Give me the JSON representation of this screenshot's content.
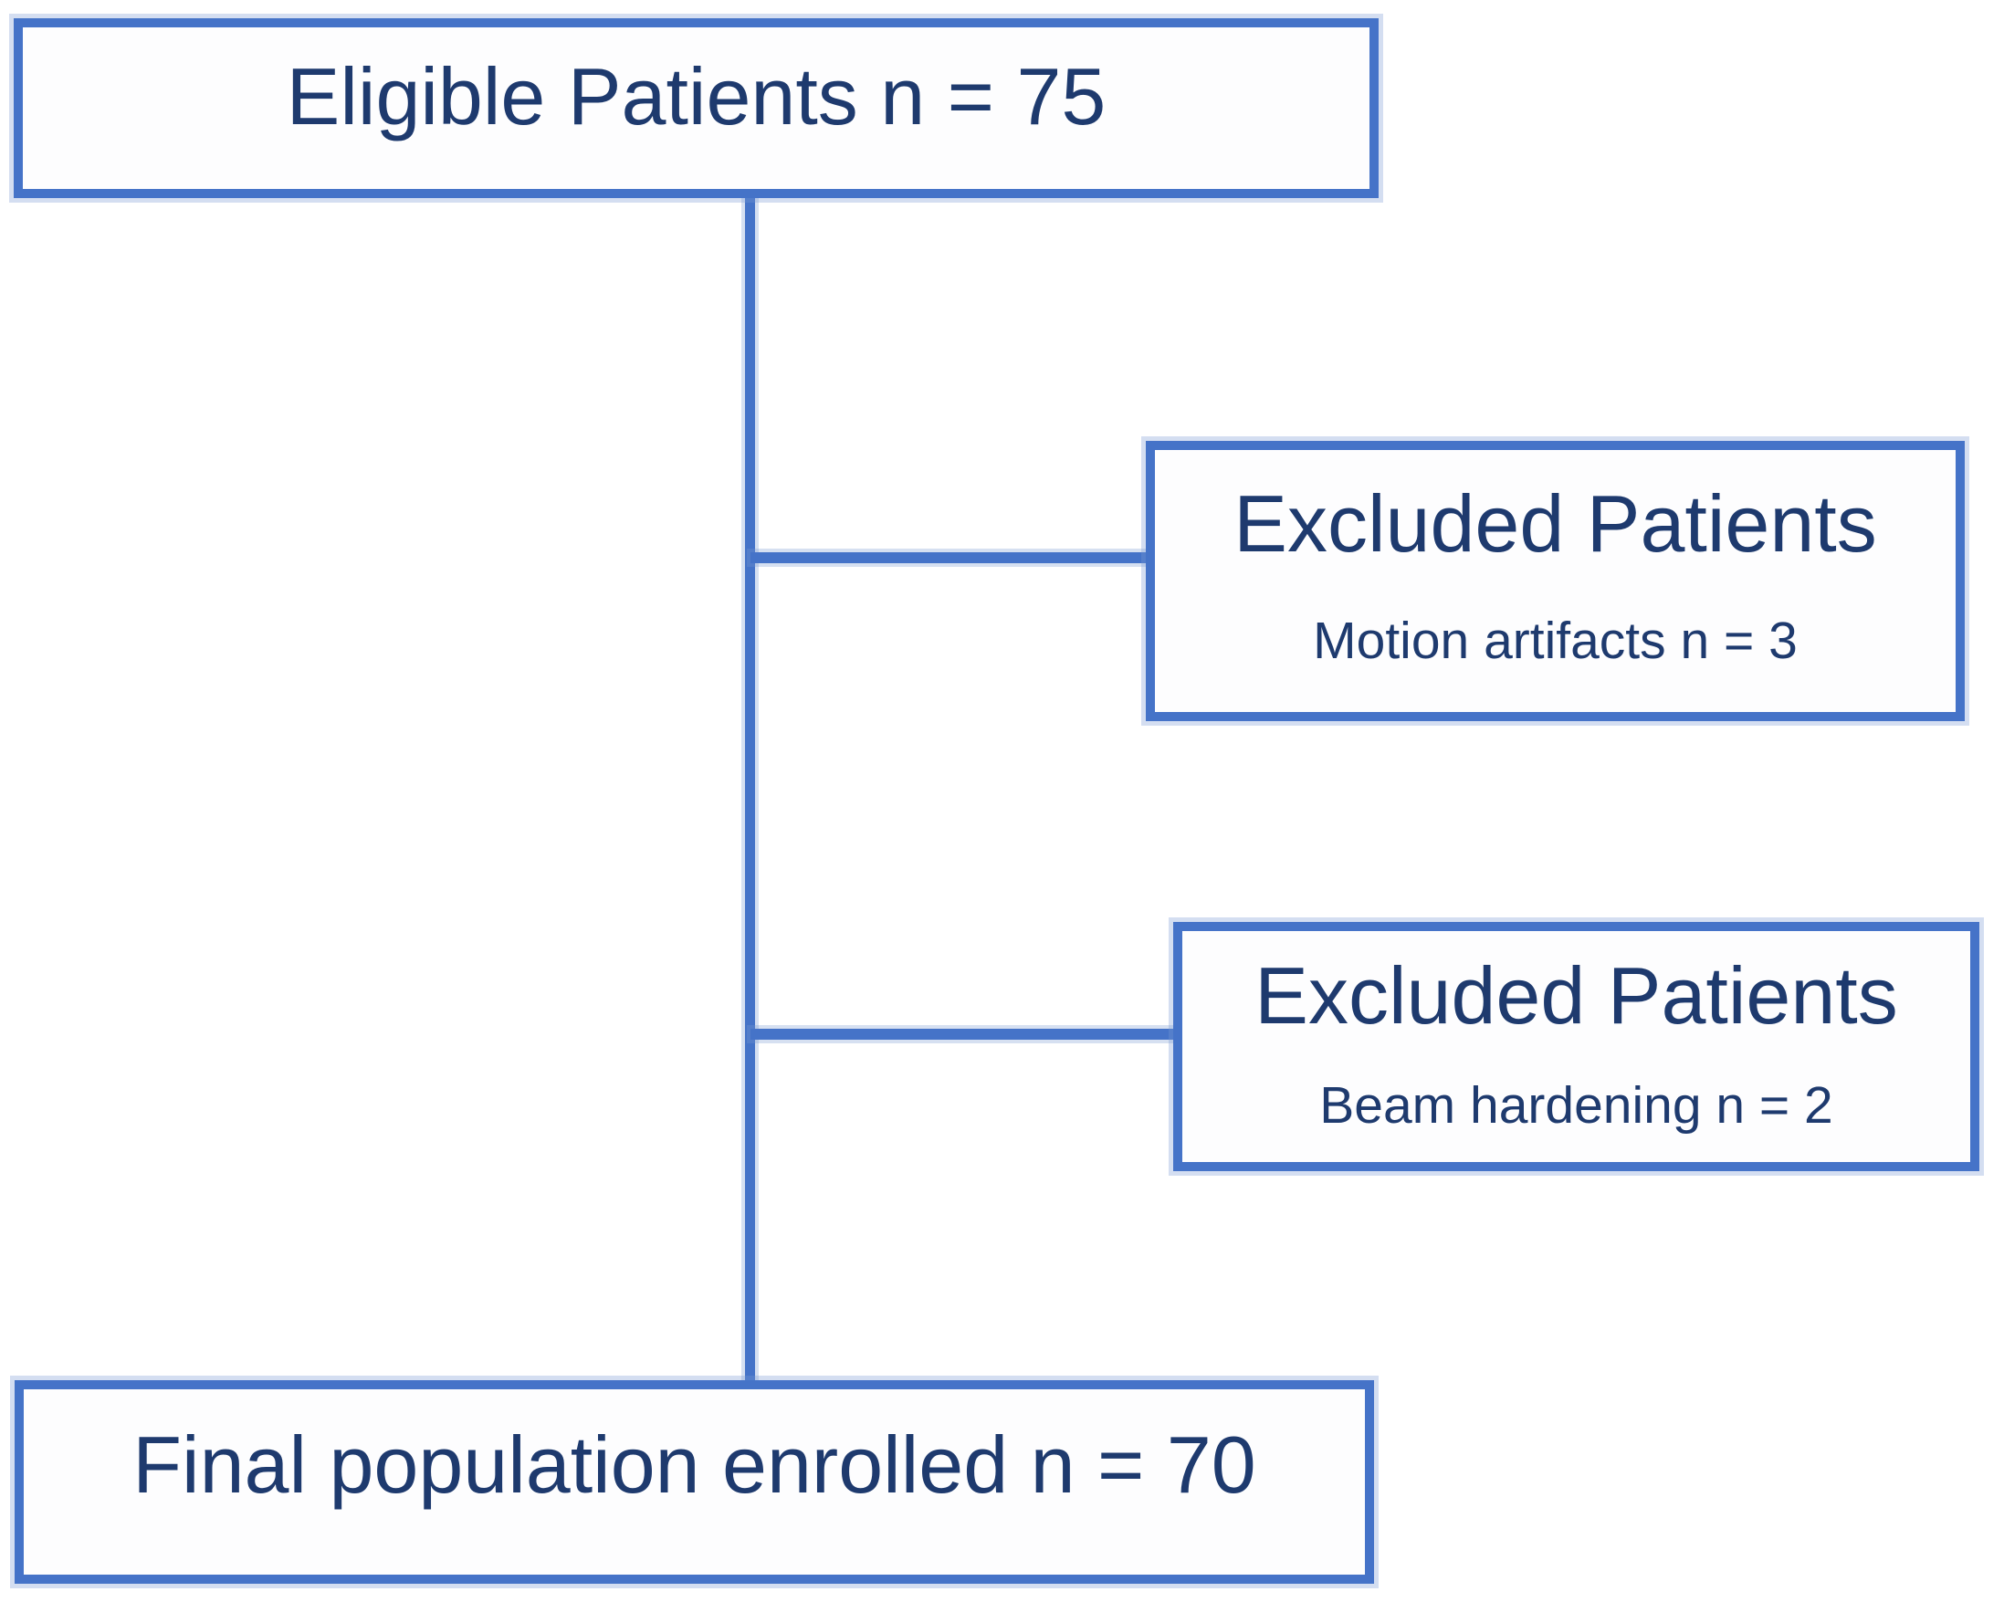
{
  "figure": {
    "type": "patient-enrollment-flow-diagram",
    "colors": {
      "box_border": "#4573c8",
      "connector": "#4573c8",
      "text": "#1e3a6e",
      "background": "#ffffff"
    },
    "nodes": {
      "eligible": {
        "label": "Eligible Patients n = 75"
      },
      "excluded_motion": {
        "title": "Excluded Patients",
        "detail": "Motion artifacts n = 3"
      },
      "excluded_beam": {
        "title": "Excluded Patients",
        "detail": "Beam hardening n = 2"
      },
      "final": {
        "label": "Final population enrolled n = 70"
      }
    },
    "edges": [
      {
        "from": "eligible",
        "to": "excluded_motion"
      },
      {
        "from": "eligible",
        "to": "excluded_beam"
      },
      {
        "from": "eligible",
        "to": "final"
      }
    ]
  }
}
